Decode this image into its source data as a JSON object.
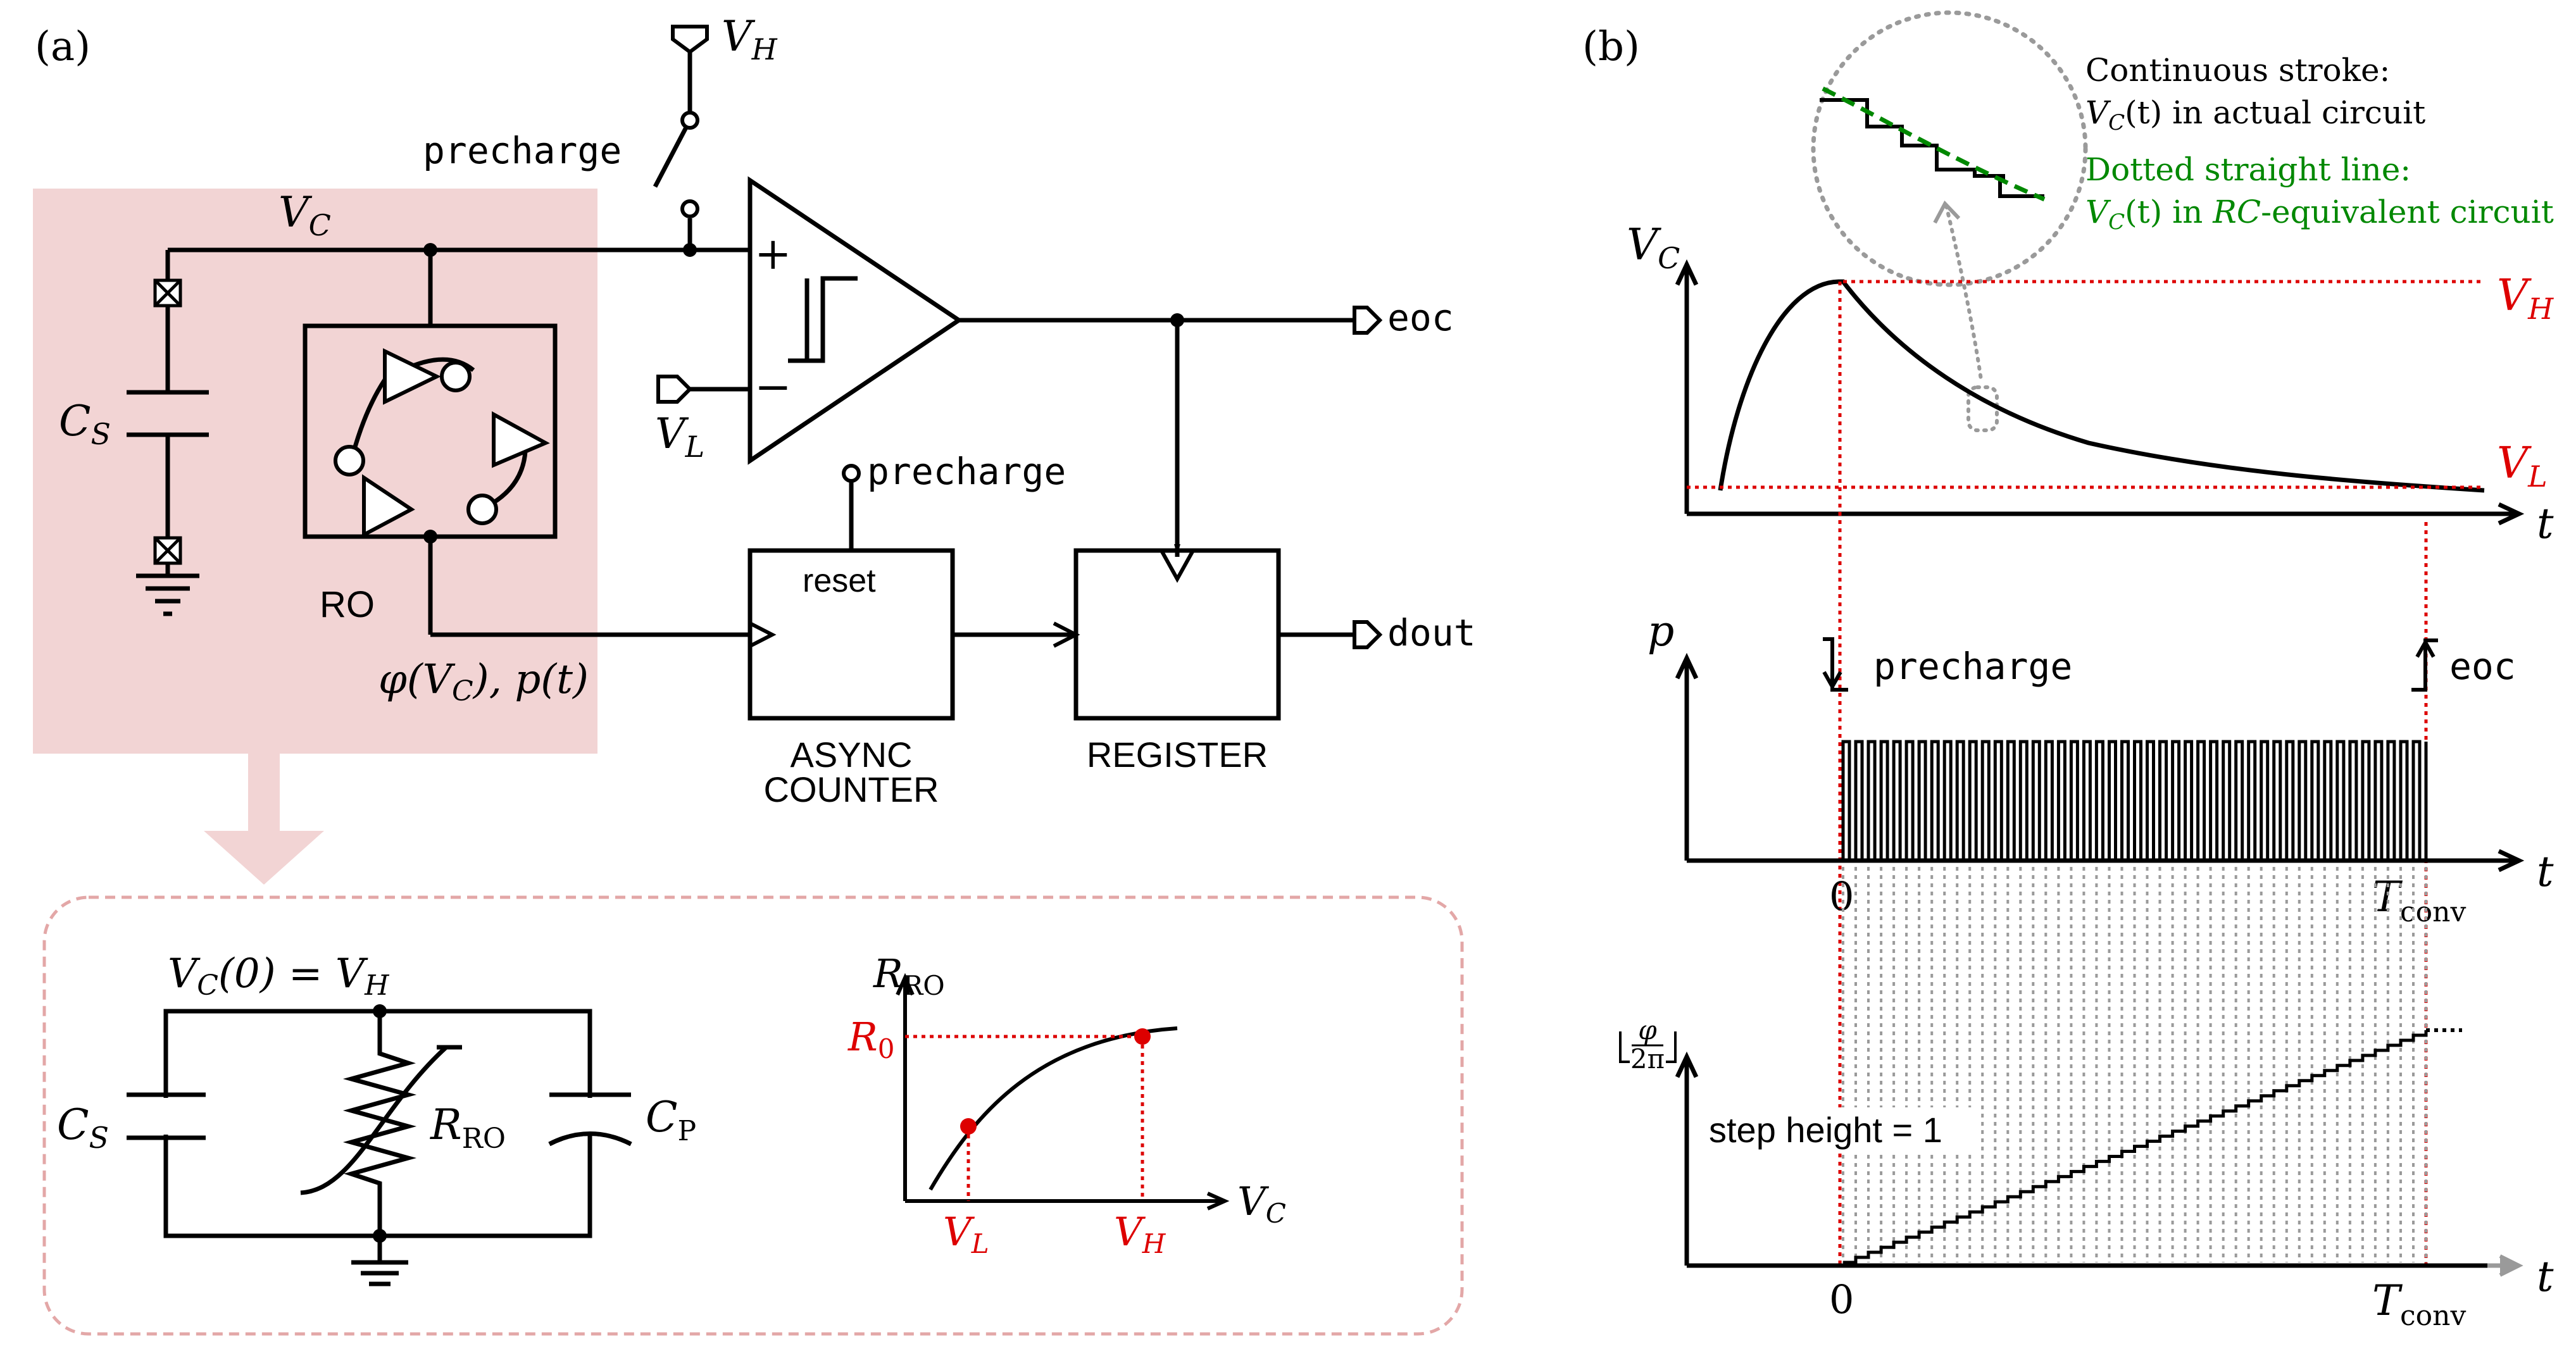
{
  "panel_a": {
    "label": "(a)",
    "vh_label": "V",
    "vh_sub": "H",
    "vc_label": "V",
    "vc_sub": "C",
    "vl_label": "V",
    "vl_sub": "L",
    "cs_label": "C",
    "cs_sub": "S",
    "precharge_switch_label": "precharge",
    "precharge_reset_label": "precharge",
    "comparator_plus": "+",
    "comparator_minus": "−",
    "ro_label": "RO",
    "phase_label": "φ(V",
    "phase_label_sub": "C",
    "phase_label_tail": "), p(t)",
    "counter_reset": "reset",
    "counter_name_line1": "ASYNC",
    "counter_name_line2": "COUNTER",
    "register_name": "REGISTER",
    "eoc_output": "eoc",
    "dout_output": "dout"
  },
  "inset": {
    "initial_condition": "V",
    "initial_condition_sub": "C",
    "initial_condition_tail": "(0) = V",
    "initial_condition_tail_sub": "H",
    "cs_label": "C",
    "cs_sub": "S",
    "rro_label": "R",
    "rro_sub": "RO",
    "cp_label": "C",
    "cp_sub": "P",
    "graph_ylabel": "R",
    "graph_ylabel_sub": "RO",
    "graph_xlabel": "V",
    "graph_xlabel_sub": "C",
    "r0_label": "R",
    "r0_sub": "0",
    "vl_label": "V",
    "vl_sub": "L",
    "vh_label": "V",
    "vh_sub": "H"
  },
  "panel_b": {
    "label": "(b)",
    "legend_line1": "Continuous stroke:",
    "legend_line2": "V",
    "legend_line2_sub": "C",
    "legend_line2_tail": "(t) in actual circuit",
    "legend_line3": "Dotted straight line:",
    "legend_line4_v": "V",
    "legend_line4_sub": "C",
    "legend_line4_t": "(t) in ",
    "legend_line4_rc": "RC",
    "legend_line4_tail": "-equivalent circuit",
    "plot1_ylabel": "V",
    "plot1_ylabel_sub": "C",
    "plot1_vh": "V",
    "plot1_vh_sub": "H",
    "plot1_vl": "V",
    "plot1_vl_sub": "L",
    "plot1_xlabel": "t",
    "plot2_ylabel": "p",
    "plot2_xlabel": "t",
    "plot2_precharge": "precharge",
    "plot2_eoc": "eoc",
    "plot2_zero": "0",
    "plot2_tconv": "T",
    "plot2_tconv_sub": "conv",
    "plot3_ylabel_num": "φ",
    "plot3_ylabel_den": "2π",
    "plot3_step": "step height = 1",
    "plot3_xlabel": "t",
    "plot3_zero": "0",
    "plot3_tconv": "T",
    "plot3_tconv_sub": "conv"
  },
  "colors": {
    "highlight": "#f2d4d4",
    "arrow_fill": "#f2d4d4",
    "inset_border": "#e3a7a7",
    "red": "#dd0000",
    "green": "#008800",
    "gray": "#9a9a9a",
    "black": "#000000"
  }
}
